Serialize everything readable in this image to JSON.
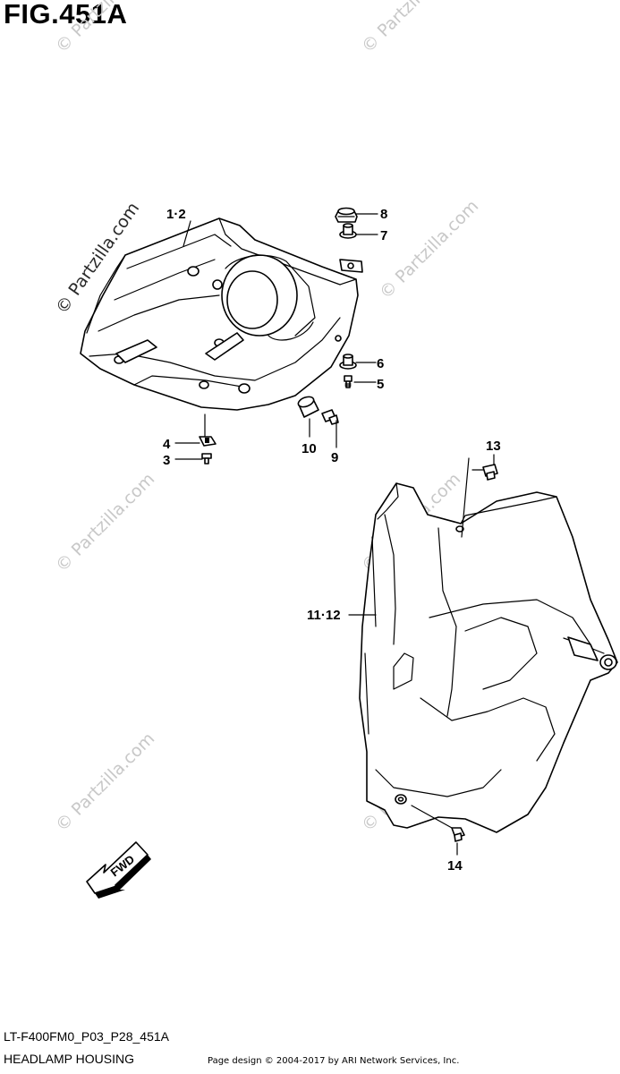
{
  "figure_title": "FIG.451A",
  "footer": {
    "model_code": "LT-F400FM0_P03_P28_451A",
    "section_title": "HEADLAMP HOUSING",
    "credit": "Page design © 2004-2017 by ARI Network Services, Inc."
  },
  "watermark": "© Partzilla.com",
  "direction_label": "FWD",
  "callouts": {
    "c1_2": "1·2",
    "c3": "3",
    "c4": "4",
    "c5": "5",
    "c6": "6",
    "c7": "7",
    "c8": "8",
    "c9": "9",
    "c10": "10",
    "c11_12": "11·12",
    "c13": "13",
    "c14": "14"
  }
}
